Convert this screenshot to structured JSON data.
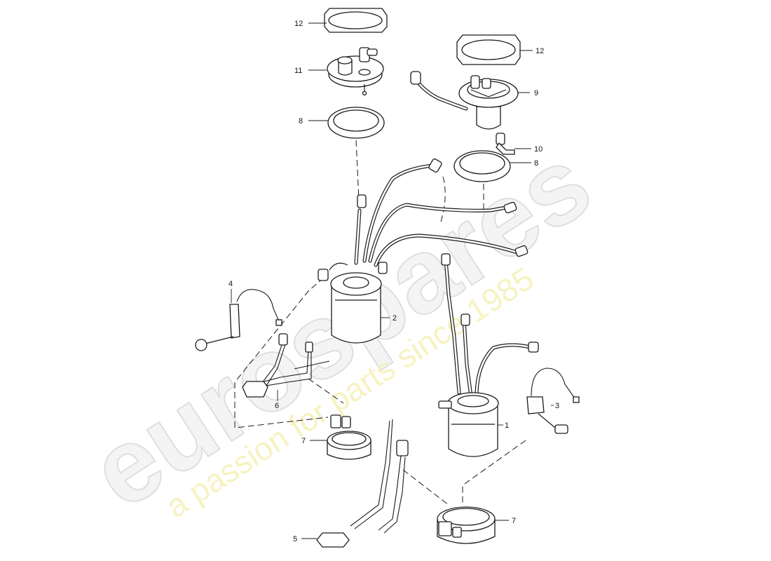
{
  "watermark": {
    "brand": "eurospares",
    "tagline": "a passion for parts since 1985",
    "tagline_color": "#f2e98a"
  },
  "callouts": [
    "1",
    "2",
    "3",
    "4",
    "5",
    "6",
    "7",
    "7",
    "8",
    "8",
    "9",
    "10",
    "11",
    "12",
    "12"
  ]
}
